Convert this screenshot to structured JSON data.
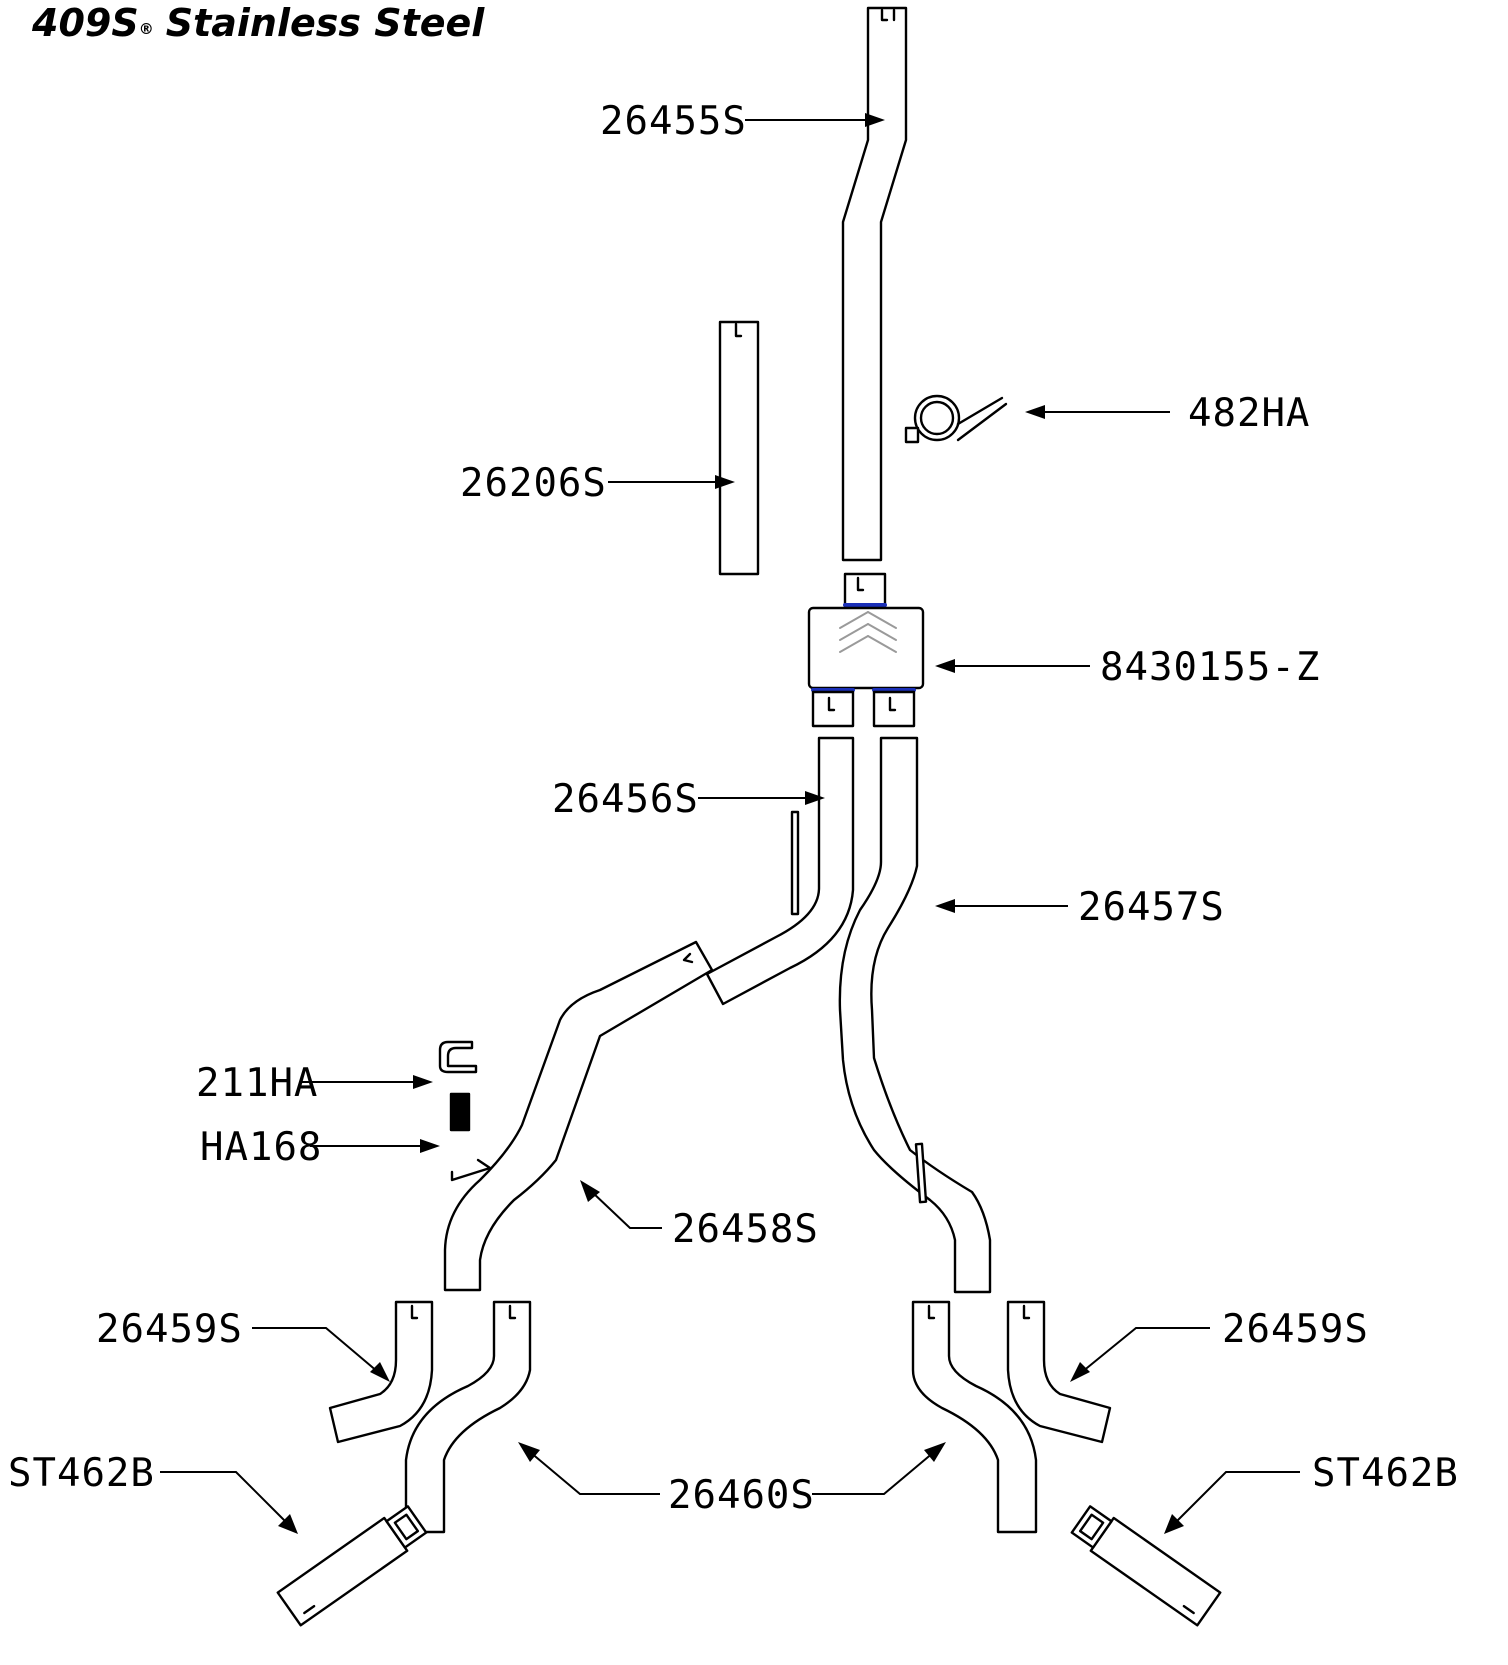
{
  "title": {
    "text": "409S",
    "reg": "®",
    "suffix": "Stainless Steel"
  },
  "labels": {
    "p26455S": "26455S",
    "p26206S": "26206S",
    "p482HA": "482HA",
    "p8430155Z": "8430155-Z",
    "p26456S": "26456S",
    "p26457S": "26457S",
    "p211HA": "211HA",
    "pHA168": "HA168",
    "p26458S": "26458S",
    "p26459S_left": "26459S",
    "p26459S_right": "26459S",
    "p26460S": "26460S",
    "pST462B_left": "ST462B",
    "pST462B_right": "ST462B"
  },
  "colors": {
    "line": "#000000",
    "clamp_band": "#1a2fb8",
    "chevrons": "#9a9a9a"
  }
}
